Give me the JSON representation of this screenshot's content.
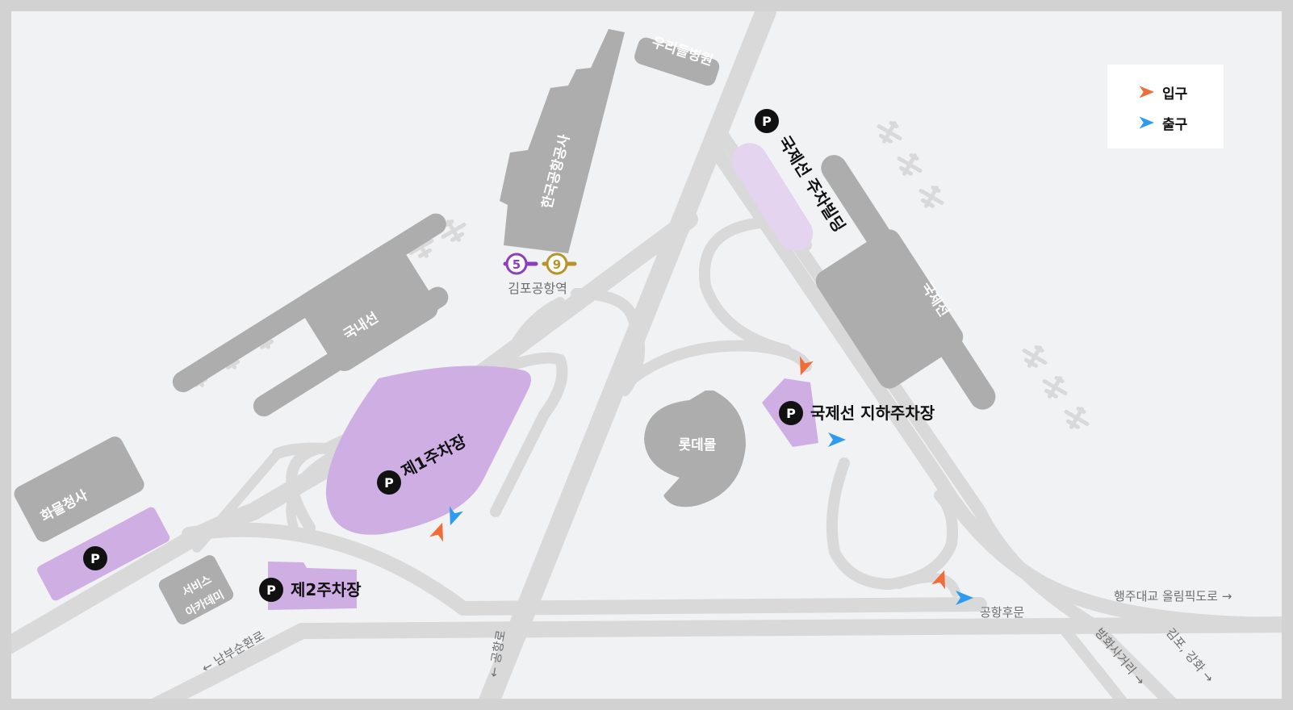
{
  "legend": {
    "entrance": {
      "label": "입구",
      "color": "#f06d3a"
    },
    "exit": {
      "label": "출구",
      "color": "#2f9bf0"
    }
  },
  "colors": {
    "background": "#f1f2f4",
    "road": "#d9d9da",
    "building": "#adadad",
    "parking": "#cfaee4",
    "line5": "#8b3fbe",
    "line9": "#b89428"
  },
  "buildings": {
    "domestic_terminal": "국내선",
    "international_terminal": "국제선",
    "kac_hq": "한국공항공사",
    "cargo": "화물청사",
    "service_academy_line1": "서비스",
    "service_academy_line2": "아카데미",
    "lotte_mall": "롯데몰",
    "hospital": "우리들병원"
  },
  "parking": {
    "p_symbol": "P",
    "lot1": "제1주차장",
    "lot2": "제2주차장",
    "intl_building": "국제선 주차빌딩",
    "intl_underground": "국제선 지하주차장"
  },
  "station": {
    "name": "김포공항역",
    "line5": "5",
    "line9": "9"
  },
  "roads": {
    "namboo": "← 남부순환로",
    "gonghang": "← 공항로",
    "rear_gate": "공항후문",
    "haengju": "행주대교 올림픽도로 →",
    "banghwa": "방화사거리 →",
    "gimpo": "김포, 강화 →"
  },
  "airplane_icon": "airplane-icon"
}
